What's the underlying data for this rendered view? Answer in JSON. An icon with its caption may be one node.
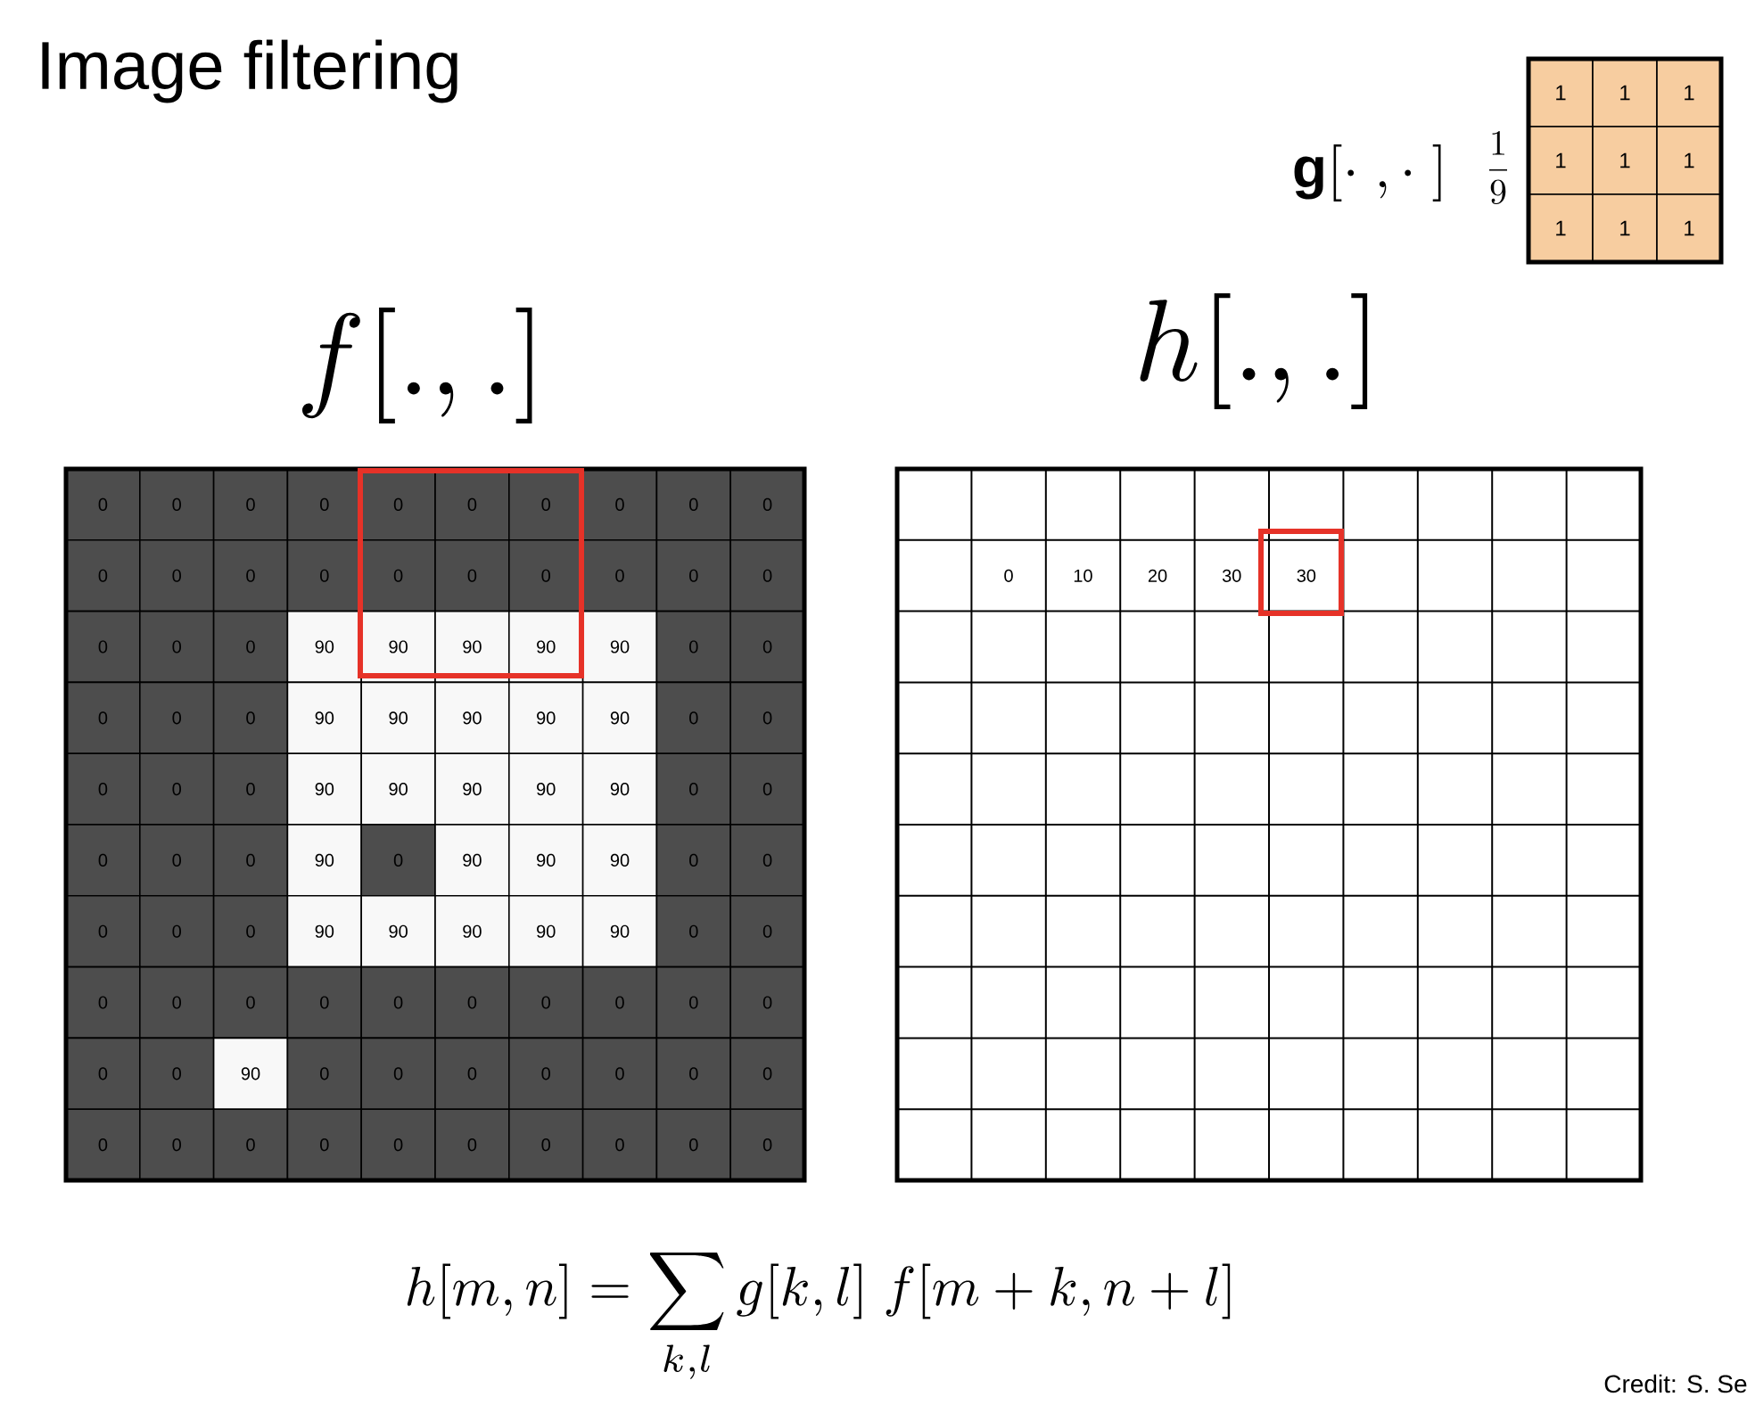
{
  "diagram": {
    "title": "Image filtering",
    "labels": [
      "\\mathbf{g}[\\cdot\\;,\\cdot\\;]",
      "\\frac{1}{9}",
      "1",
      "1",
      "1",
      "1",
      "1",
      "1",
      "1",
      "1",
      "1",
      "f[.,.]",
      "h[.,.]",
      "0",
      "0",
      "0",
      "0",
      "0",
      "0",
      "0",
      "0",
      "0",
      "0",
      "0",
      "0",
      "0",
      "0",
      "0",
      "0",
      "0",
      "0",
      "0",
      "0",
      "0",
      "0",
      "0",
      "90",
      "90",
      "90",
      "90",
      "90",
      "0",
      "0",
      "0",
      "0",
      "0",
      "90",
      "90",
      "90",
      "90",
      "90",
      "0",
      "0",
      "0",
      "0",
      "0",
      "90",
      "90",
      "90",
      "90",
      "90",
      "0",
      "0",
      "0",
      "0",
      "0",
      "90",
      "0",
      "90",
      "90",
      "90",
      "0",
      "0",
      "0",
      "0",
      "0",
      "90",
      "90",
      "90",
      "90",
      "90",
      "0",
      "0",
      "0",
      "0",
      "0",
      "0",
      "0",
      "0",
      "0",
      "0",
      "0",
      "0",
      "0",
      "0",
      "90",
      "0",
      "0",
      "0",
      "0",
      "0",
      "0",
      "0",
      "0",
      "0",
      "0",
      "0",
      "0",
      "0",
      "0",
      "0",
      "0",
      "0",
      "0",
      "10",
      "20",
      "30",
      "30",
      "h[m,n]=\\sum_{k,l} g[k,l]\\;f[m+k,n+l]",
      "Credit: S. Se"
    ]
  }
}
